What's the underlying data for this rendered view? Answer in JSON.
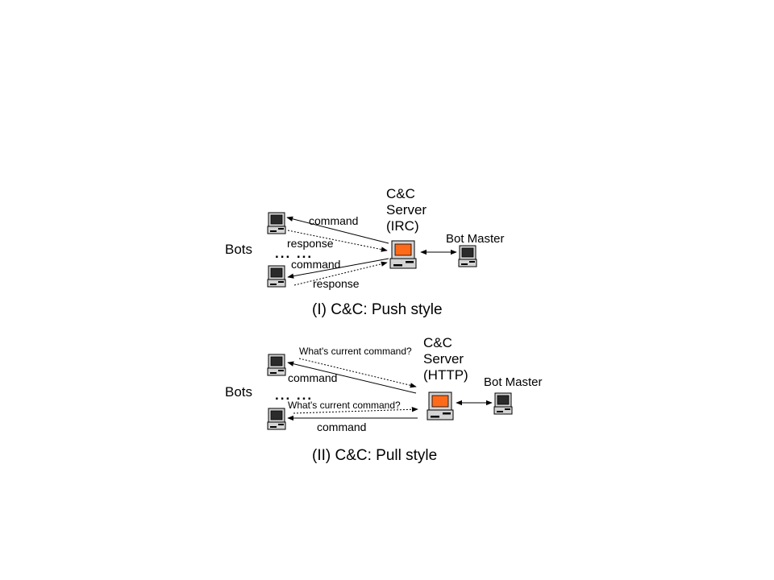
{
  "colors": {
    "ink": "#000000",
    "pc_body": "#d4d4d4",
    "pc_screen_bot": "#2b2b2b",
    "pc_screen_server": "#ff6a1a",
    "background": "#ffffff"
  },
  "icons": {
    "computer": "computer-icon"
  },
  "push": {
    "server_line1": "C&C",
    "server_line2": "Server",
    "server_line3": "(IRC)",
    "bots_label": "Bots",
    "botmaster_label": "Bot Master",
    "command_top": "command",
    "response_top": "response",
    "command_bottom": "command",
    "response_bottom": "response",
    "ellipsis": "... ...",
    "caption": "(I) C&C: Push style"
  },
  "pull": {
    "server_line1": "C&C",
    "server_line2": "Server",
    "server_line3": "(HTTP)",
    "bots_label": "Bots",
    "botmaster_label": "Bot Master",
    "query_top": "What's current command?",
    "command_top": "command",
    "query_bottom": "What's current command?",
    "command_bottom": "command",
    "ellipsis": "... ...",
    "caption": "(II) C&C: Pull style"
  }
}
